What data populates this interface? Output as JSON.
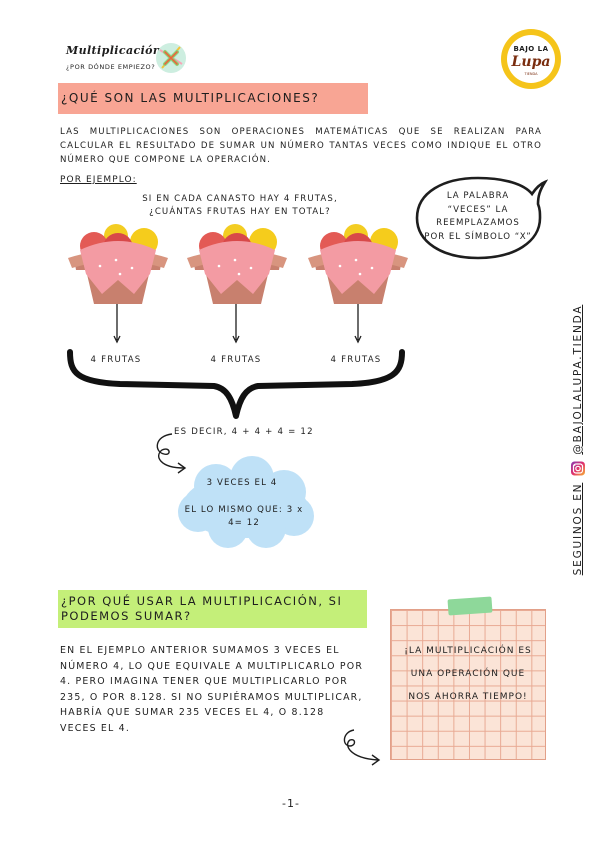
{
  "header": {
    "title": "Multiplicación",
    "subtitle": "¿POR DÓNDE EMPIEZO?",
    "icon": "multiplication-sign-icon"
  },
  "logo": {
    "top": "BAJO LA",
    "main": "Lupa",
    "small": "TIENDA"
  },
  "section1": {
    "title": "¿QUÉ SON LAS MULTIPLICACIONES?",
    "paragraph": "LAS MULTIPLICACIONES SON OPERACIONES MATEMÁTICAS QUE SE REALIZAN PARA CALCULAR EL RESULTADO DE SUMAR UN NÚMERO TANTAS VECES COMO INDIQUE EL OTRO NÚMERO QUE COMPONE LA OPERACIÓN."
  },
  "example": {
    "label": "POR EJEMPLO:",
    "question": "SI EN CADA CANASTO HAY 4 FRUTAS, ¿CUÁNTAS FRUTAS HAY EN TOTAL?",
    "baskets": [
      {
        "label": "4 FRUTAS"
      },
      {
        "label": "4 FRUTAS"
      },
      {
        "label": "4 FRUTAS"
      }
    ],
    "sum": "ES DECIR, 4 + 4 + 4 = 12",
    "cloud_line1": "3 VECES EL 4",
    "cloud_line2": "EL LO MISMO QUE: 3 x 4= 12"
  },
  "speech_bubble": "LA PALABRA “VECES” LA REEMPLAZAMOS POR EL SÍMBOLO “X”",
  "section2": {
    "title": "¿POR QUÉ USAR LA MULTIPLICACIÓN, SI PODEMOS SUMAR?",
    "paragraph": "EN EL EJEMPLO ANTERIOR SUMAMOS 3 VECES EL NÚMERO 4, LO QUE EQUIVALE A MULTIPLICARLO POR 4. PERO IMAGINA TENER QUE MULTIPLICARLO POR 235, O POR 8.128. SI NO SUPIÉRAMOS MULTIPLICAR, HABRÍA QUE SUMAR 235 VECES EL 4, O 8.128 VECES EL 4.",
    "note": "¡LA MULTIPLICACIÓN ES UNA OPERACIÓN QUE NOS AHORRA TIEMPO!"
  },
  "sidebar": {
    "prefix": "SEGUINOS EN",
    "handle": "@BAJOLALUPA.TIENDA",
    "icon": "instagram-icon"
  },
  "footer": {
    "page_number": "-1-"
  },
  "colors": {
    "banner_pink": "#f8a594",
    "banner_green": "#c4ef79",
    "cloud_blue": "#bfe1f7",
    "note_peach": "#fbe4d7",
    "logo_yellow": "#f5c41a"
  }
}
